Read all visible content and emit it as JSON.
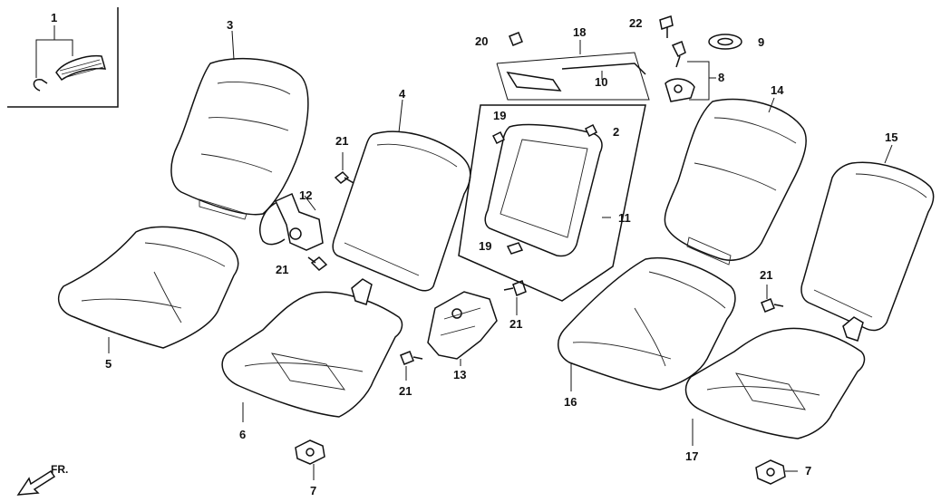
{
  "labels": {
    "l1": "1",
    "l2": "2",
    "l3": "3",
    "l4": "4",
    "l5": "5",
    "l6": "6",
    "l7a": "7",
    "l7b": "7",
    "l8": "8",
    "l9": "9",
    "l10": "10",
    "l11": "11",
    "l12": "12",
    "l13": "13",
    "l14": "14",
    "l15": "15",
    "l16": "16",
    "l17": "17",
    "l18": "18",
    "l19a": "19",
    "l19b": "19",
    "l20": "20",
    "l21a": "21",
    "l21b": "21",
    "l21c": "21",
    "l21d": "21",
    "l21e": "21",
    "l22": "22"
  },
  "direction": {
    "text": "FR."
  }
}
